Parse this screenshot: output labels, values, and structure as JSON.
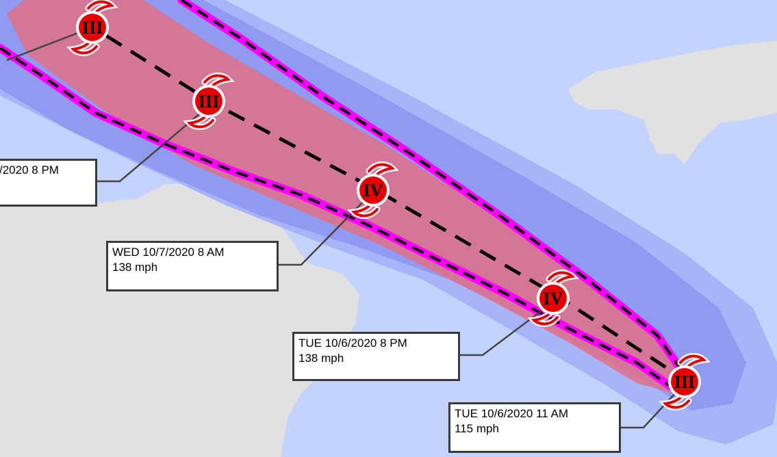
{
  "map": {
    "colors": {
      "ocean": "#c3d3fb",
      "land": "#e1e1e1",
      "outer_wind_field": "#a7b4f8",
      "inner_wind_field": "#8f9af0",
      "cone_of_uncertainty": "#e07088",
      "cone_edge": "#ff00ff",
      "track_line": "#000000",
      "storm_marker": "#e60000",
      "leader_line": "#444444"
    }
  },
  "forecast_points": [
    {
      "category": "III",
      "time": "",
      "wind": ""
    },
    {
      "category": "III",
      "time": "/2020 8 PM",
      "wind": ""
    },
    {
      "category": "IV",
      "time": "WED 10/7/2020 8 AM",
      "wind": "138 mph"
    },
    {
      "category": "IV",
      "time": "TUE 10/6/2020 8 PM",
      "wind": "138 mph"
    },
    {
      "category": "III",
      "time": "TUE 10/6/2020 11 AM",
      "wind": "115 mph"
    }
  ]
}
